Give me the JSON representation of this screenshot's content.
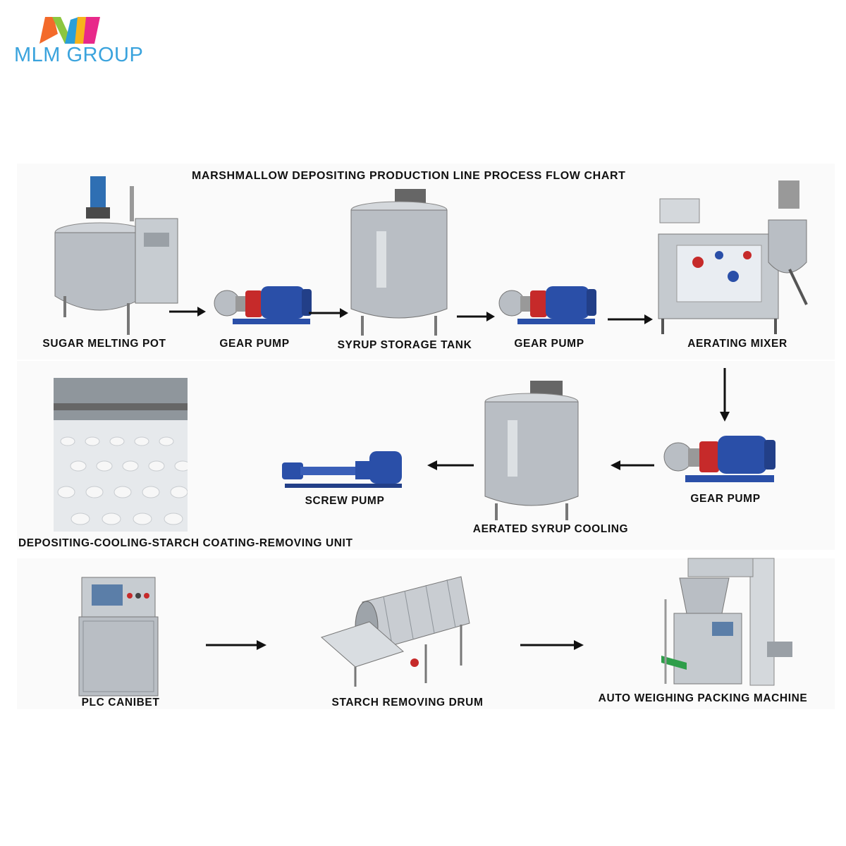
{
  "brand": {
    "name": "MLM GROUP"
  },
  "title": "MARSHMALLOW DEPOSITING PRODUCTION LINE PROCESS FLOW CHART",
  "steps": [
    {
      "label": "SUGAR MELTING POT",
      "icon": "melting-pot-icon"
    },
    {
      "label": "GEAR PUMP",
      "icon": "gear-pump-icon"
    },
    {
      "label": "SYRUP STORAGE TANK",
      "icon": "storage-tank-icon"
    },
    {
      "label": "GEAR PUMP",
      "icon": "gear-pump-icon"
    },
    {
      "label": "AERATING MIXER",
      "icon": "aerating-mixer-icon"
    },
    {
      "label": "GEAR PUMP",
      "icon": "gear-pump-icon"
    },
    {
      "label": "AERATED SYRUP COOLING",
      "icon": "cooling-tank-icon"
    },
    {
      "label": "SCREW PUMP",
      "icon": "screw-pump-icon"
    },
    {
      "label": "DEPOSITING-COOLING-STARCH COATING-REMOVING UNIT",
      "icon": "depositing-unit-icon"
    },
    {
      "label": "PLC CANIBET",
      "icon": "plc-cabinet-icon"
    },
    {
      "label": "STARCH REMOVING DRUM",
      "icon": "starch-drum-icon"
    },
    {
      "label": "AUTO WEIGHING PACKING MACHINE",
      "icon": "packing-machine-icon"
    }
  ],
  "colors": {
    "pump_blue": "#2a4fa8",
    "pump_red": "#c62a2a",
    "steel": "#b9bec4",
    "brand_blue": "#3aa3dd"
  }
}
